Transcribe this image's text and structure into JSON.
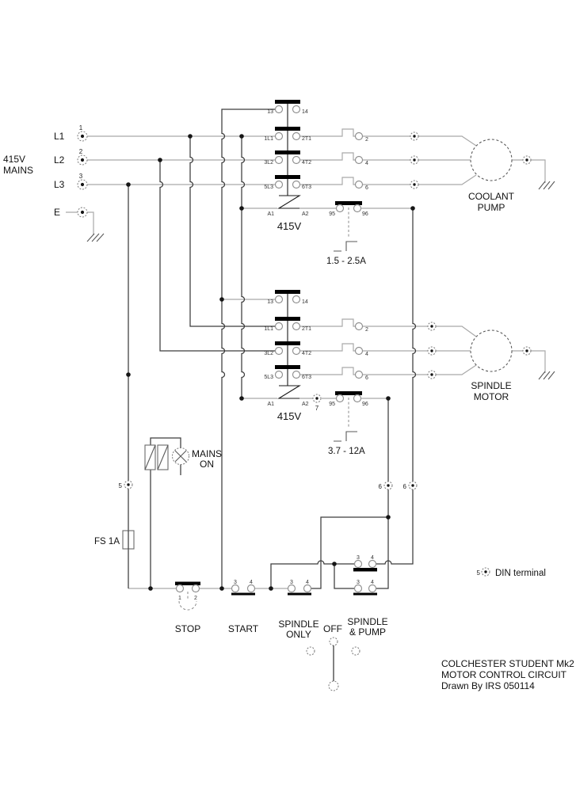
{
  "mains": {
    "voltage": "415V",
    "label": "MAINS",
    "l1": "L1",
    "l2": "L2",
    "l3": "L3",
    "e": "E",
    "n1": "1",
    "n2": "2",
    "n3": "3"
  },
  "coolant": {
    "aux_l": "13",
    "aux_r": "14",
    "p1l": "1L1",
    "p1r": "2T1",
    "p2l": "3L2",
    "p2r": "4T2",
    "p3l": "5L3",
    "p3r": "6T3",
    "a1": "A1",
    "a2": "A2",
    "volt": "415V",
    "o2": "2",
    "o4": "4",
    "o6": "6",
    "c95": "95",
    "c96": "96",
    "range": "1.5 - 2.5A",
    "name1": "COOLANT",
    "name2": "PUMP"
  },
  "spindle": {
    "aux_l": "13",
    "aux_r": "14",
    "p1l": "1L1",
    "p1r": "2T1",
    "p2l": "3L2",
    "p2r": "4T2",
    "p3l": "5L3",
    "p3r": "6T3",
    "a1": "A1",
    "a2": "A2",
    "volt": "415V",
    "t7": "7",
    "o2": "2",
    "o4": "4",
    "o6": "6",
    "c95": "95",
    "c96": "96",
    "range": "3.7 - 12A",
    "name1": "SPINDLE",
    "name2": "MOTOR"
  },
  "control": {
    "mains_on1": "MAINS",
    "mains_on2": "ON",
    "din5": "5",
    "fuse": "FS 1A",
    "stop": "STOP",
    "stop1": "1",
    "stop2": "2",
    "start": "START",
    "start3": "3",
    "start4": "4",
    "so3": "3",
    "so4": "4",
    "so_l1": "SPINDLE",
    "so_l2": "ONLY",
    "off": "OFF",
    "sp_l1": "SPINDLE",
    "sp_l2": "& PUMP",
    "su3": "3",
    "su4": "4",
    "sl3": "3",
    "sl4": "4",
    "din6a": "6",
    "din6b": "6"
  },
  "legend": {
    "num": "5",
    "label": "DIN terminal"
  },
  "title": {
    "line1": "COLCHESTER STUDENT Mk2",
    "line2": "MOTOR CONTROL CIRCUIT",
    "line3": "Drawn By IRS 050114"
  }
}
